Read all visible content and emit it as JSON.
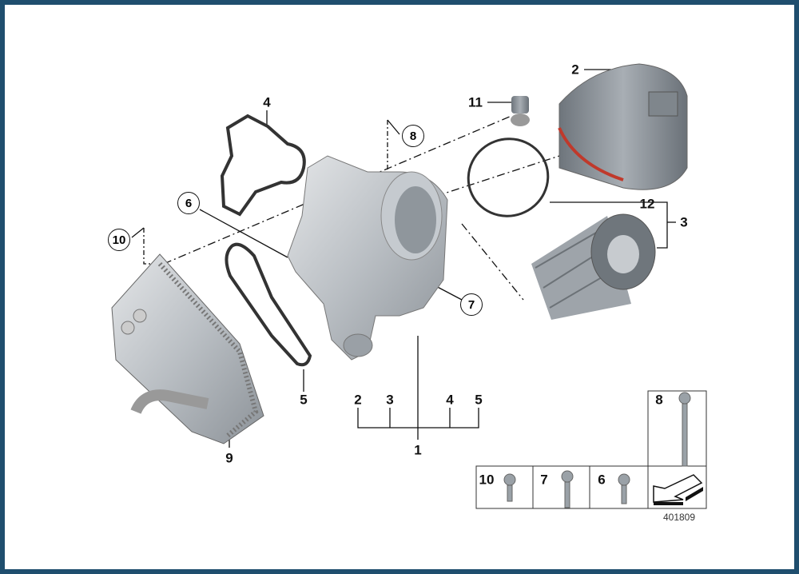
{
  "diagram": {
    "callouts": {
      "p1": "1",
      "p2": "2",
      "p3": "3",
      "p4": "4",
      "p5": "5",
      "p6": "6",
      "p7": "7",
      "p8": "8",
      "p9": "9",
      "p10": "10",
      "p11": "11",
      "p12": "12"
    },
    "group_1_items": [
      "2",
      "3",
      "4",
      "5"
    ],
    "hardware_table": {
      "cells": [
        {
          "label": "10",
          "icon": "short-bolt"
        },
        {
          "label": "7",
          "icon": "medium-bolt"
        },
        {
          "label": "6",
          "icon": "short-bolt"
        },
        {
          "label": "",
          "icon": "direction-arrow"
        }
      ],
      "top_cell": {
        "label": "8",
        "icon": "long-bolt"
      }
    },
    "diagram_number": "401809"
  }
}
